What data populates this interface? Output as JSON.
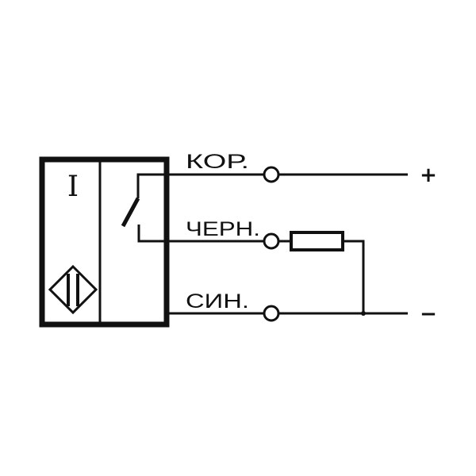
{
  "diagram": {
    "sensor_symbol": "I",
    "wires": [
      {
        "label": "КОР.",
        "terminal": "+"
      },
      {
        "label": "ЧЕРН.",
        "terminal": ""
      },
      {
        "label": "СИН.",
        "terminal": "−"
      }
    ],
    "color": "#111111"
  }
}
